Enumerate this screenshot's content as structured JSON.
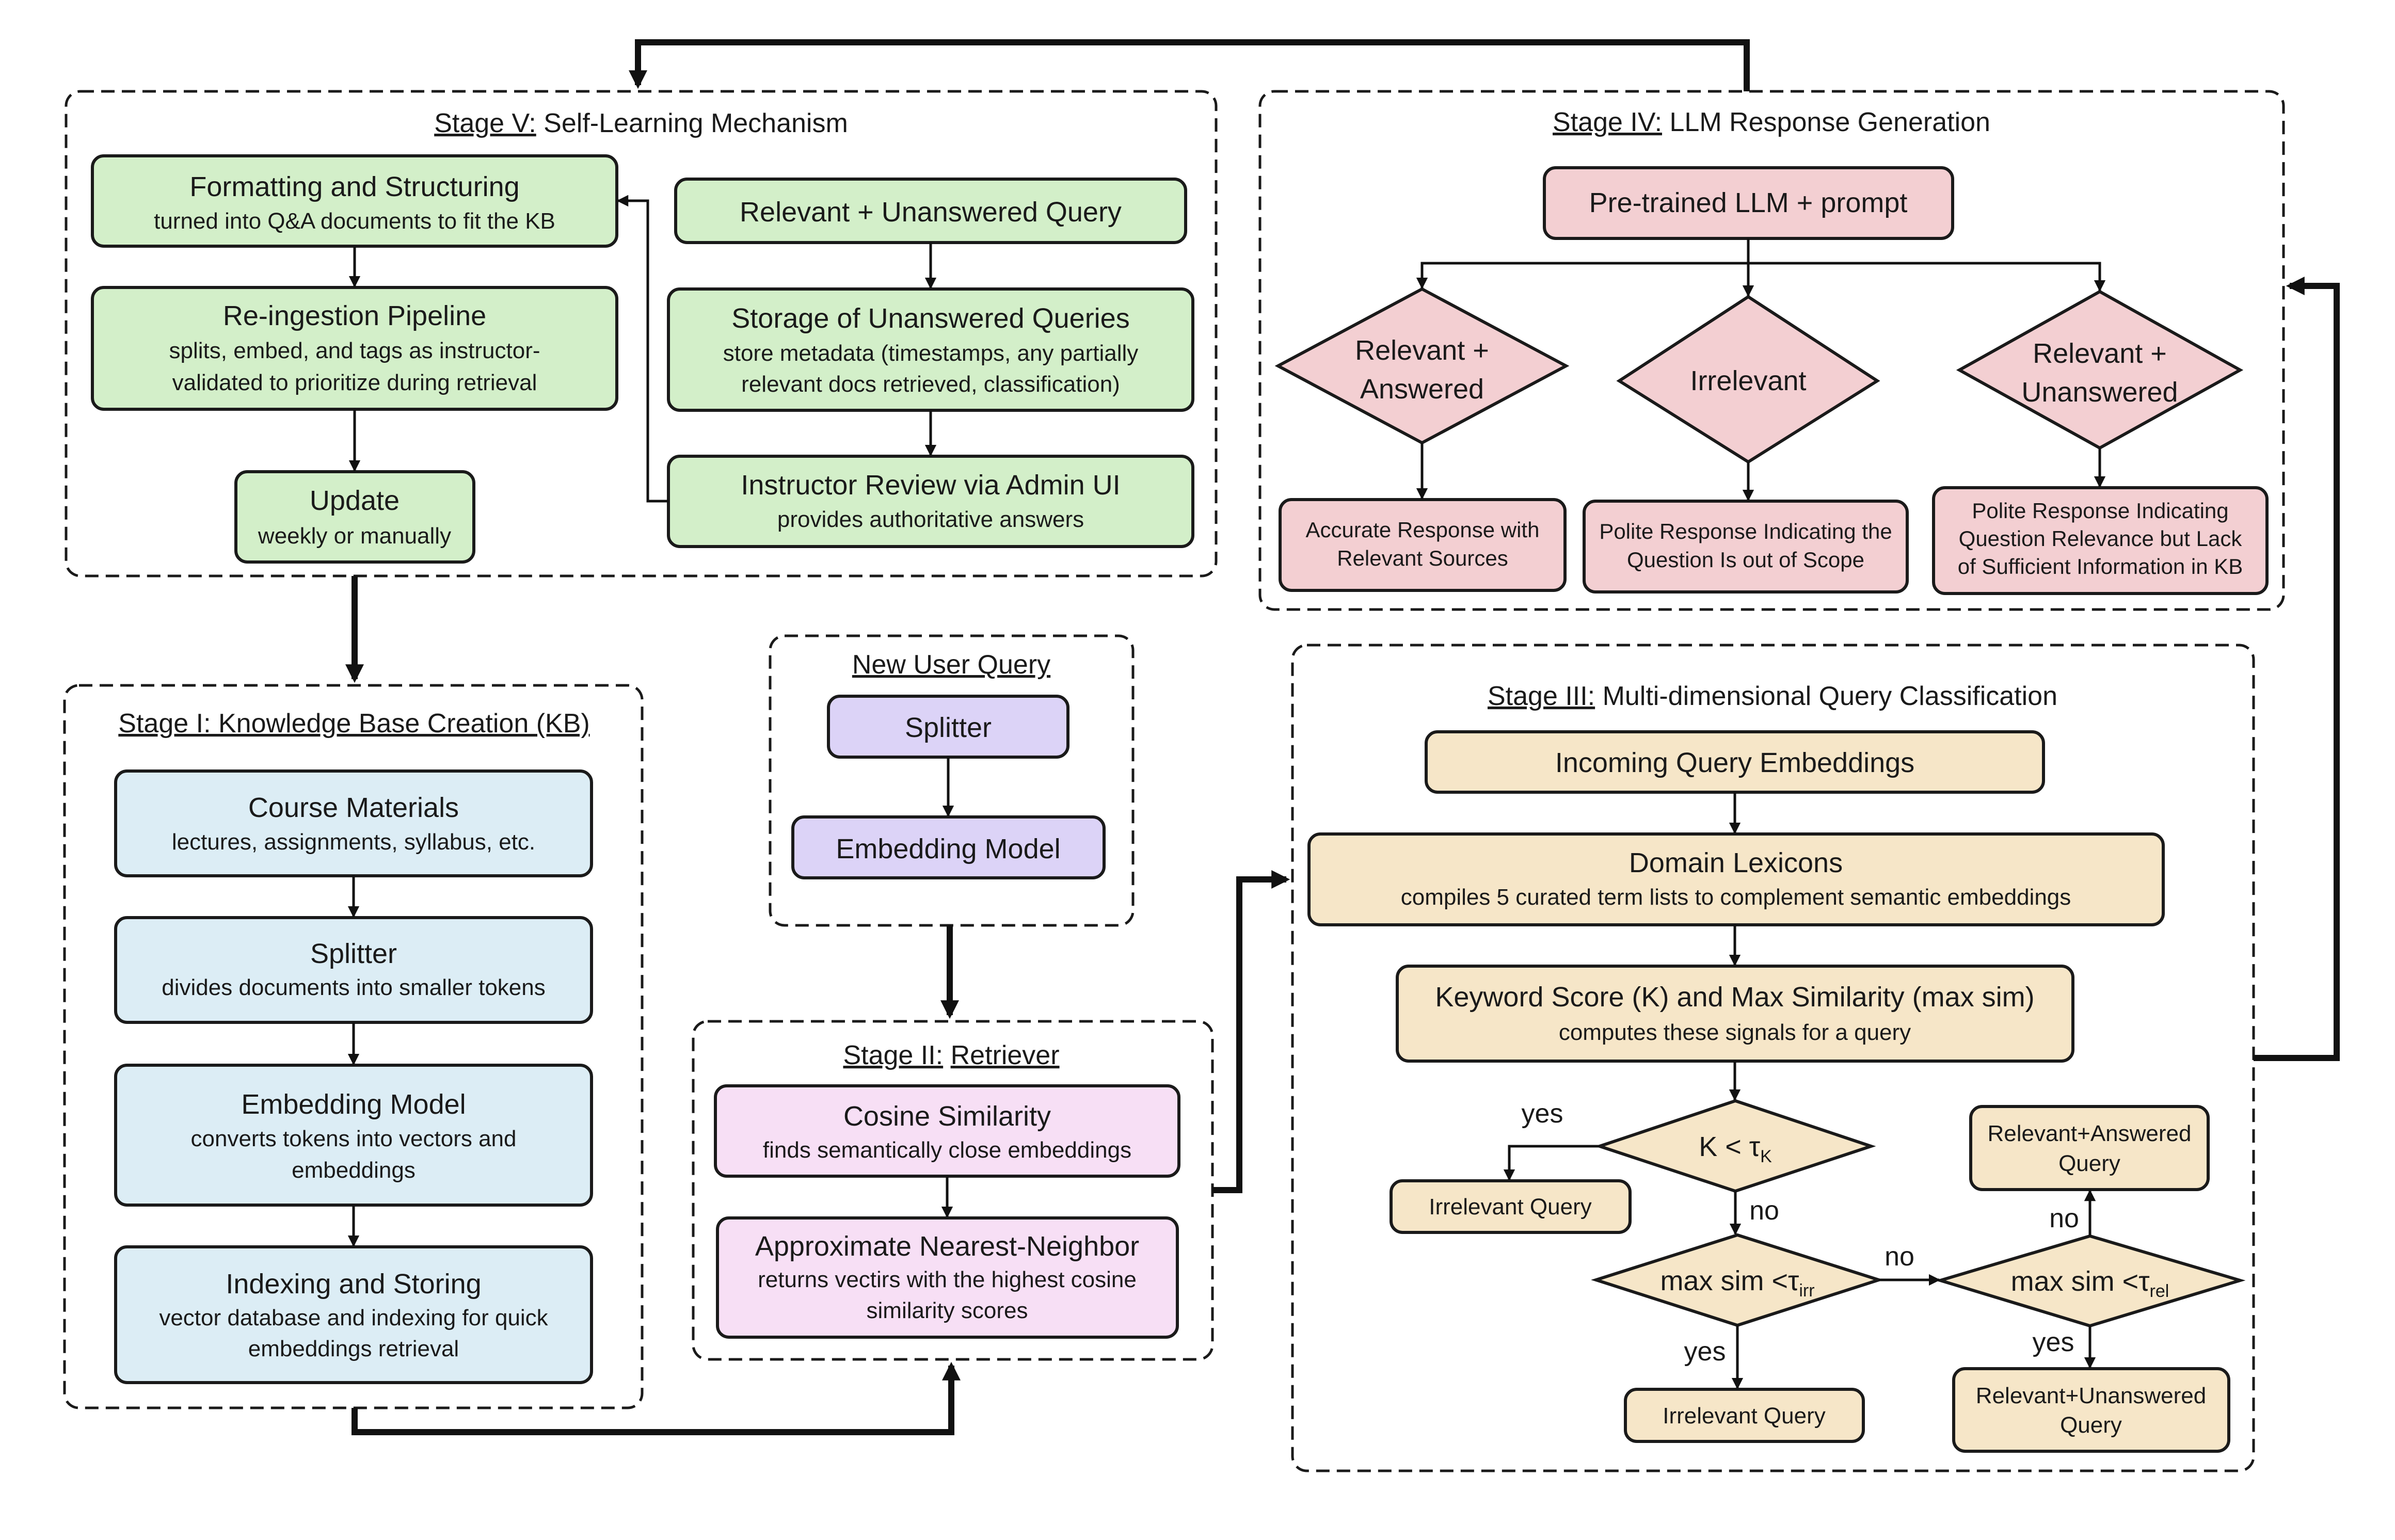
{
  "colors": {
    "stage1": "#dcedf5",
    "stage2": "#f7dff5",
    "stage3": "#f6e6c8",
    "stage4": "#f3cfd2",
    "stage5": "#d3efc9",
    "user_query": "#dcd3f7"
  },
  "stage5": {
    "title_prefix": "Stage V:",
    "title_rest": " Self-Learning Mechanism",
    "formatting": {
      "title": "Formatting and Structuring",
      "desc": "turned into Q&A documents to fit the KB"
    },
    "reingestion": {
      "title": "Re-ingestion Pipeline",
      "desc1": "splits, embed, and tags  as instructor-",
      "desc2": "validated to prioritize during retrieval"
    },
    "update": {
      "title": "Update",
      "desc": "weekly or manually"
    },
    "relevant_unanswered": {
      "title": "Relevant + Unanswered Query"
    },
    "storage": {
      "title": "Storage of Unanswered Queries",
      "desc1": "store metadata (timestamps, any partially",
      "desc2": "relevant docs retrieved, classification)"
    },
    "instructor_review": {
      "title": "Instructor Review via Admin UI",
      "desc": "provides authoritative answers"
    }
  },
  "stage4": {
    "title_prefix": "Stage IV:",
    "title_rest": " LLM Response Generation",
    "llm": "Pre-trained LLM + prompt",
    "d1_line1": "Relevant +",
    "d1_line2": "Answered",
    "d2": "Irrelevant",
    "d3_line1": "Relevant +",
    "d3_line2": "Unanswered",
    "r1_line1": "Accurate Response with",
    "r1_line2": "Relevant Sources",
    "r2_line1": "Polite Response Indicating the",
    "r2_line2": "Question Is out of Scope",
    "r3_line1": "Polite Response Indicating",
    "r3_line2": "Question Relevance but Lack",
    "r3_line3": "of Sufficient Information in KB"
  },
  "stage1": {
    "title": "Stage I: Knowledge Base Creation (KB)",
    "course": {
      "title": "Course Materials",
      "desc": "lectures, assignments, syllabus, etc."
    },
    "splitter": {
      "title": "Splitter",
      "desc": "divides documents into smaller tokens"
    },
    "embedding": {
      "title": "Embedding Model",
      "desc1": "converts tokens into vectors and",
      "desc2": "embeddings"
    },
    "indexing": {
      "title": "Indexing and Storing",
      "desc1": "vector database and indexing for quick",
      "desc2": "embeddings retrieval"
    }
  },
  "user_query": {
    "title": "New User Query",
    "splitter": "Splitter",
    "embedding": "Embedding Model"
  },
  "stage2": {
    "title_prefix": "Stage II:",
    "title_rest": "Retriever",
    "cosine": {
      "title": "Cosine Similarity",
      "desc": "finds semantically close embeddings"
    },
    "ann": {
      "title": "Approximate Nearest-Neighbor",
      "desc1": "returns vectirs with the highest cosine",
      "desc2": "similarity scores"
    }
  },
  "stage3": {
    "title_prefix": "Stage III:",
    "title_rest": " Multi-dimensional Query Classification",
    "incoming": "Incoming Query Embeddings",
    "lexicons": {
      "title": "Domain Lexicons",
      "desc": "compiles 5 curated term lists to complement semantic embeddings"
    },
    "keyword": {
      "title": "Keyword Score (K) and Max Similarity (max sim)",
      "desc": "computes these signals for a query"
    },
    "dk_main": "K <  τ",
    "dk_sub": "K",
    "dirr_main": "max sim <τ",
    "dirr_sub": "irr",
    "drel_main": "max sim <τ",
    "drel_sub": "rel",
    "irrelevant_query": "Irrelevant Query",
    "rel_answered_line1": "Relevant+Answered",
    "rel_answered_line2": "Query",
    "rel_unanswered_line1": "Relevant+Unanswered",
    "rel_unanswered_line2": "Query",
    "yes": "yes",
    "no": "no"
  }
}
